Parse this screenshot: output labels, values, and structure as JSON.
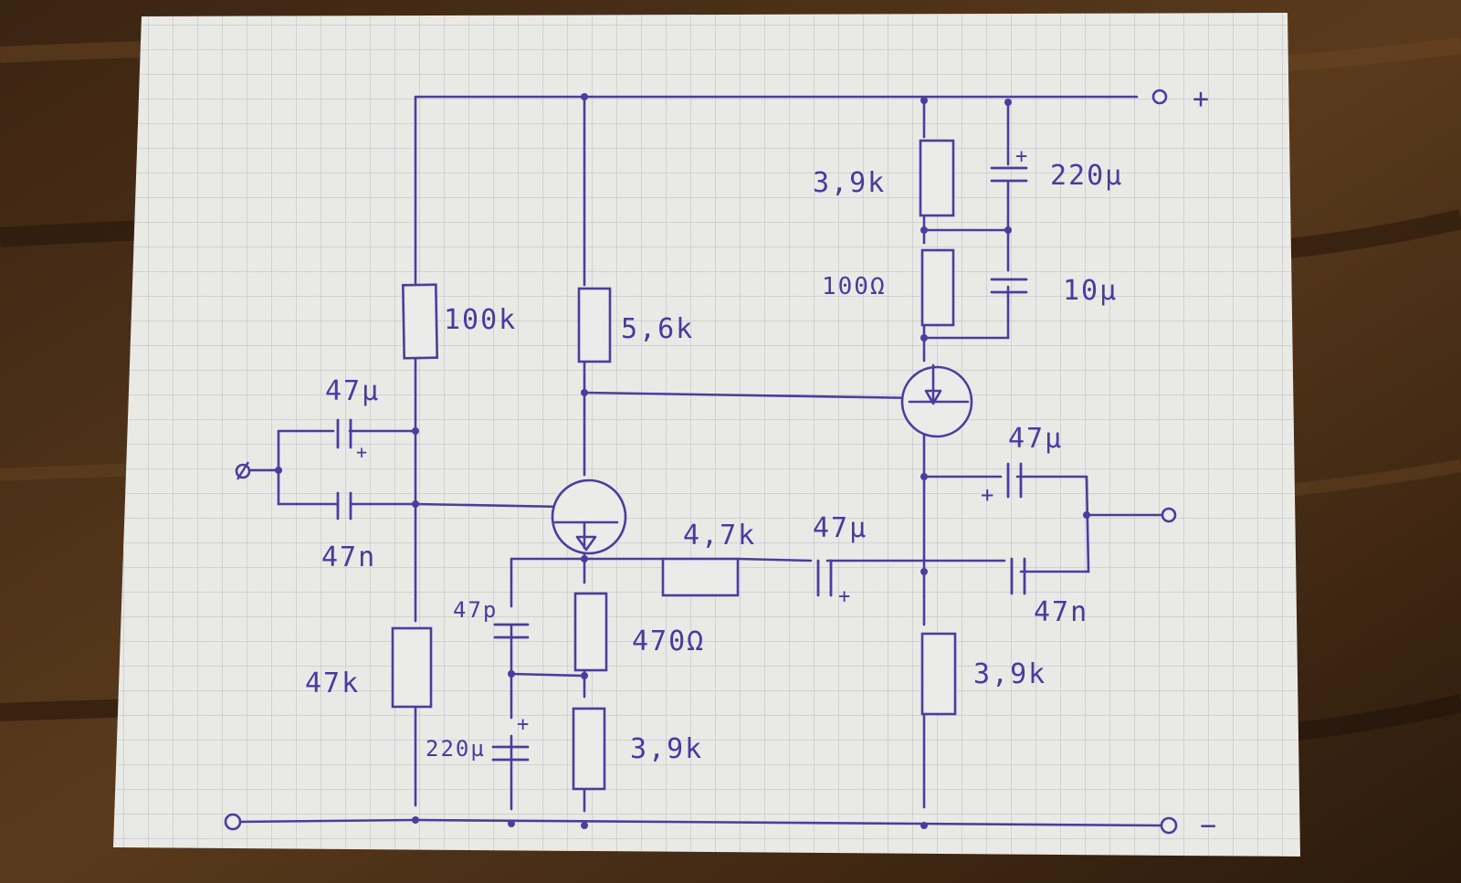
{
  "diagram": {
    "labels": {
      "r_100k": "100k",
      "r_5_6k": "5,6k",
      "r_47k": "47k",
      "r_470": "470Ω",
      "r_3_9k_a": "3,9k",
      "r_4_7k": "4,7k",
      "r_3_9k_b": "3,9k",
      "r_3_9k_top": "3,9k",
      "r_100": "100Ω",
      "c_220u_top": "220µ",
      "c_10u": "10µ",
      "c_47u_in": "47µ",
      "c_47n_in": "47n",
      "c_47p": "47p",
      "c_220u_bot": "220µ",
      "c_47u_mid": "47µ",
      "c_47u_out": "47µ",
      "c_47n_out": "47n",
      "plus_sign": "+",
      "minus_sign": "−",
      "cap_plus": "+"
    }
  }
}
